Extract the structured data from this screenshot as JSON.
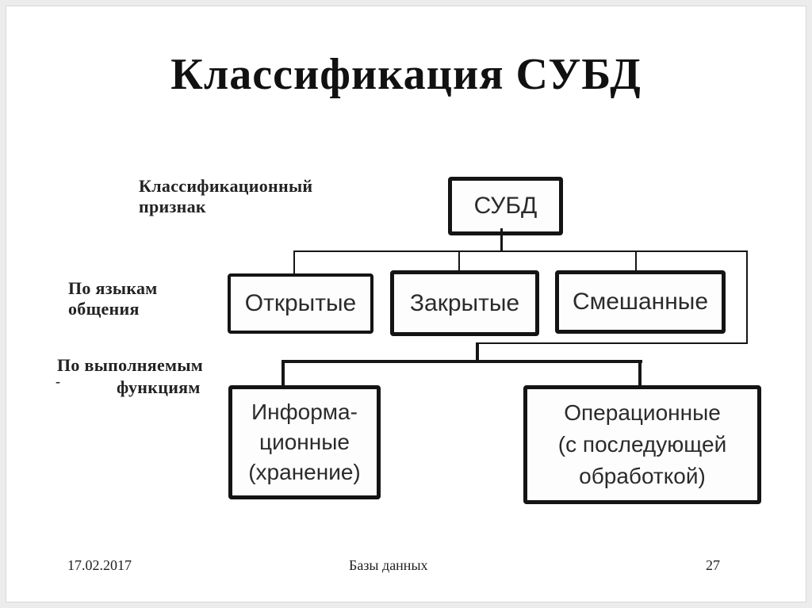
{
  "slide": {
    "title": "Классификация СУБД",
    "labels": {
      "criterion": {
        "line1": "Классификационный",
        "line2": "признак"
      },
      "by_language": {
        "line1": "По языкам",
        "line2": "общения"
      },
      "by_function": {
        "line1": "По выполняемым",
        "line2": "функциям",
        "dash": "-"
      }
    },
    "nodes": {
      "root": {
        "label": "СУБД"
      },
      "open": {
        "label": "Открытые"
      },
      "closed": {
        "label": "Закрытые"
      },
      "mixed": {
        "label": "Смешанные"
      },
      "info": {
        "line1": "Информа-",
        "line2": "ционные",
        "line3": "(хранение)"
      },
      "oper": {
        "line1": "Операционные",
        "line2": "(с последующей",
        "line3": "обработкой)"
      }
    },
    "footer": {
      "date": "17.02.2017",
      "course": "Базы данных",
      "page": "27"
    },
    "colors": {
      "ink": "#161616",
      "box_border": "#141414",
      "frame": "#ececec",
      "background": "#ffffff"
    }
  }
}
